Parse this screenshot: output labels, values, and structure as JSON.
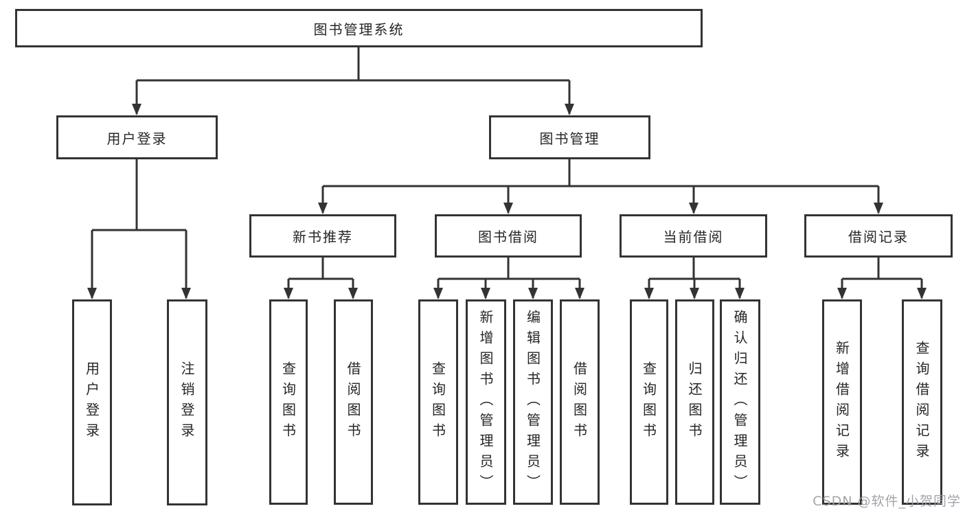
{
  "diagram": {
    "type": "hierarchy-tree",
    "colors": {
      "line": "#333333",
      "box_border": "#333333",
      "box_fill": "#ffffff",
      "text": "#262626",
      "watermark": "#9e9ea4",
      "background": "#ffffff"
    },
    "nodes": {
      "root": "图书管理系统",
      "user_login_group": "用户登录",
      "book_mgmt": "图书管理",
      "login": "用户登录",
      "logout": "注销登录",
      "new_book_rec": "新书推荐",
      "book_borrow": "图书借阅",
      "current_borrow": "当前借阅",
      "borrow_records": "借阅记录",
      "nbr_query": "查询图书",
      "nbr_borrow": "借阅图书",
      "bb_query": "查询图书",
      "bb_add": "新增图书（管理员）",
      "bb_edit": "编辑图书（管理员）",
      "bb_borrow": "借阅图书",
      "cb_query": "查询图书",
      "cb_return": "归还图书",
      "cb_confirm": "确认归还（管理员）",
      "br_add": "新增借阅记录",
      "br_query": "查询借阅记录"
    },
    "hierarchy": {
      "图书管理系统": {
        "用户登录": [
          "用户登录",
          "注销登录"
        ],
        "图书管理": {
          "新书推荐": [
            "查询图书",
            "借阅图书"
          ],
          "图书借阅": [
            "查询图书",
            "新增图书（管理员）",
            "编辑图书（管理员）",
            "借阅图书"
          ],
          "当前借阅": [
            "查询图书",
            "归还图书",
            "确认归还（管理员）"
          ],
          "借阅记录": [
            "新增借阅记录",
            "查询借阅记录"
          ]
        }
      }
    }
  },
  "watermark": "CSDN @软件_小贺同学"
}
